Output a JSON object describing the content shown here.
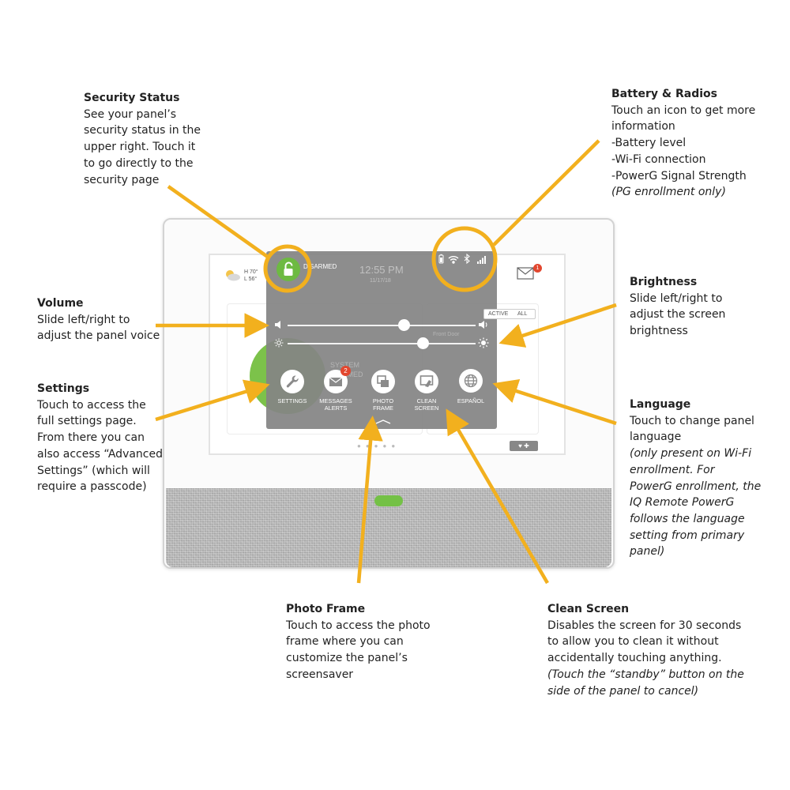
{
  "colors": {
    "annotation": "#F2B01E",
    "status_green": "#6DBA42",
    "overlay": "#848484",
    "badge_red": "#E2472F"
  },
  "callouts": {
    "security_status": {
      "title": "Security Status",
      "lines": [
        "See your panel’s",
        "security status in the",
        "upper right.  Touch it",
        "to go directly to the",
        "security page"
      ]
    },
    "battery_radios": {
      "title": "Battery & Radios",
      "lines": [
        "Touch an icon to get more",
        "information",
        "-Battery level",
        "-Wi-Fi connection",
        "-PowerG Signal Strength"
      ],
      "note": "(PG enrollment only)"
    },
    "volume": {
      "title": "Volume",
      "lines": [
        "Slide left/right to",
        "adjust the panel voice"
      ]
    },
    "brightness": {
      "title": "Brightness",
      "lines": [
        "Slide left/right to",
        "adjust the screen",
        "brightness"
      ]
    },
    "settings": {
      "title": "Settings",
      "lines": [
        "Touch to access the",
        "full settings page.",
        "From there you can",
        "also access “Advanced",
        "Settings” (which will",
        "require a passcode)"
      ]
    },
    "language": {
      "title": "Language",
      "lines": [
        "Touch to change panel",
        "language"
      ],
      "notes": [
        "(only present on Wi-Fi",
        "enrollment.  For",
        "PowerG enrollment, the",
        "IQ Remote PowerG",
        "follows the language",
        "setting from primary",
        "panel)"
      ]
    },
    "photo_frame": {
      "title": "Photo Frame",
      "lines": [
        "Touch to access the photo",
        "frame where you can",
        "customize the panel’s",
        "screensaver"
      ]
    },
    "clean_screen": {
      "title": "Clean Screen",
      "lines": [
        "Disables the screen for 30 seconds",
        "to allow you to clean it without",
        "accidentally touching anything."
      ],
      "notes": [
        "(Touch the “standby” button on the",
        "side of the panel to cancel)"
      ]
    }
  },
  "panel": {
    "status_text": "DISARMED",
    "time": "12:55 PM",
    "date": "11/17/18",
    "weather_high": "H 70°",
    "weather_low": "L 56°",
    "mail_badge": "1",
    "sensor_label": "Front Door",
    "system_label_1": "SYSTEM",
    "system_label_2": "ARMED",
    "toggle_active": "ACTIVE",
    "toggle_all": "ALL",
    "volume_level": 0.62,
    "brightness_level": 0.72,
    "quick_buttons": [
      {
        "label_1": "SETTINGS",
        "label_2": "",
        "icon": "wrench-icon"
      },
      {
        "label_1": "MESSAGES",
        "label_2": "ALERTS",
        "icon": "envelope-icon",
        "badge": "2"
      },
      {
        "label_1": "PHOTO",
        "label_2": "FRAME",
        "icon": "photo-frame-icon"
      },
      {
        "label_1": "CLEAN",
        "label_2": "SCREEN",
        "icon": "clean-screen-icon"
      },
      {
        "label_1": "ESPAÑOL",
        "label_2": "",
        "icon": "globe-icon"
      }
    ]
  }
}
